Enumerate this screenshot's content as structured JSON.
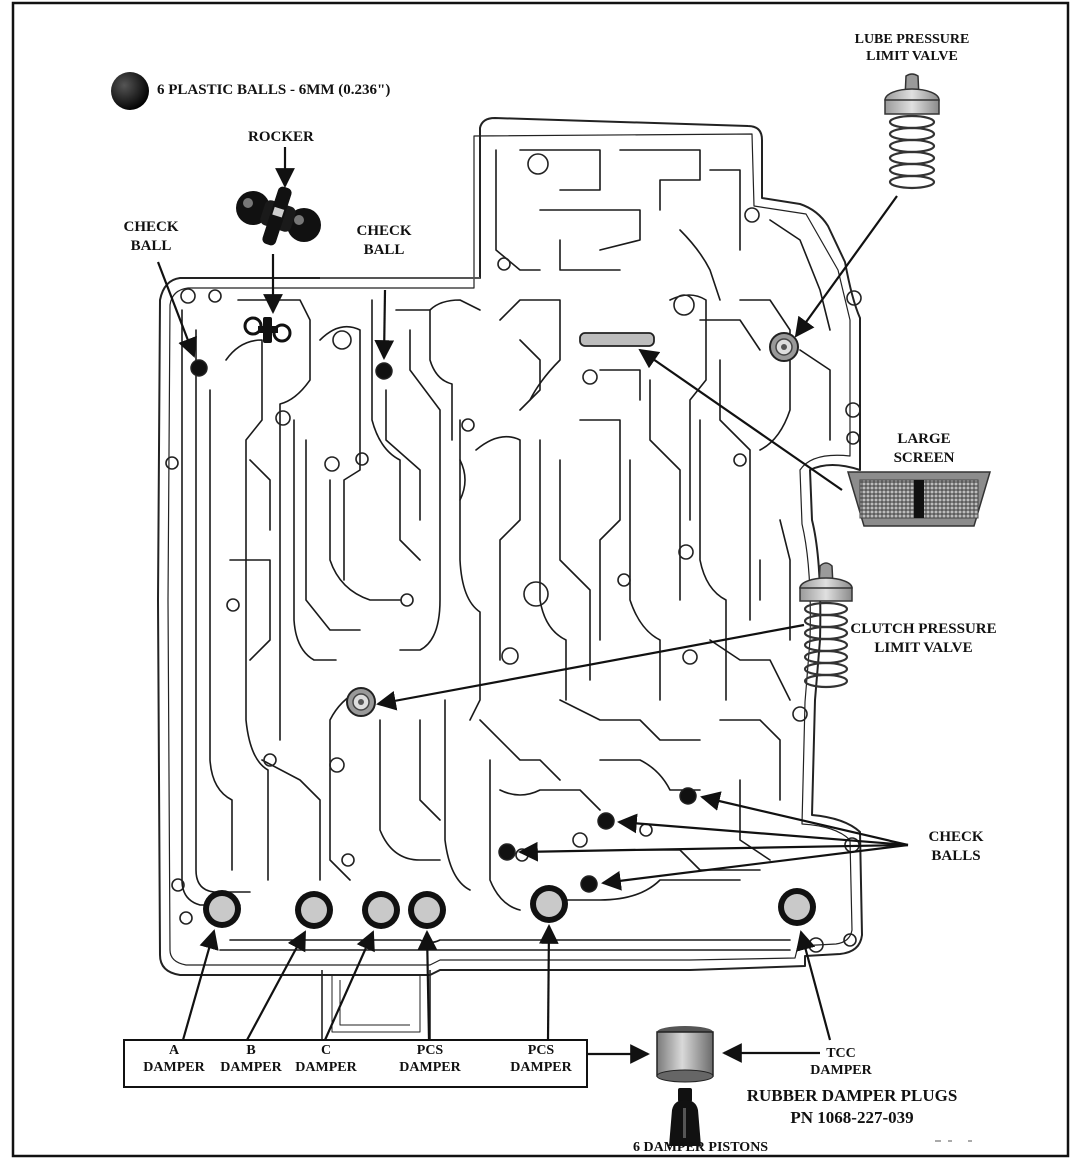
{
  "legend": {
    "text": "6 PLASTIC BALLS - 6MM (0.236\")"
  },
  "labels": {
    "rocker": "ROCKER",
    "check_ball_left_1": "CHECK",
    "check_ball_left_2": "BALL",
    "check_ball_mid_1": "CHECK",
    "check_ball_mid_2": "BALL",
    "lube_1": "LUBE PRESSURE",
    "lube_2": "LIMIT VALVE",
    "large_screen_1": "LARGE",
    "large_screen_2": "SCREEN",
    "clutch_1": "CLUTCH PRESSURE",
    "clutch_2": "LIMIT VALVE",
    "check_balls_1": "CHECK",
    "check_balls_2": "BALLS",
    "tcc_1": "TCC",
    "tcc_2": "DAMPER",
    "plugs_1": "RUBBER DAMPER PLUGS",
    "plugs_2": "PN 1068-227-039",
    "pistons": "6 DAMPER PISTONS"
  },
  "damper_box": {
    "a_1": "A",
    "a_2": "DAMPER",
    "b_1": "B",
    "b_2": "DAMPER",
    "c_1": "C",
    "c_2": "DAMPER",
    "pcs1_1": "PCS",
    "pcs1_2": "DAMPER",
    "pcs2_1": "PCS",
    "pcs2_2": "DAMPER"
  }
}
